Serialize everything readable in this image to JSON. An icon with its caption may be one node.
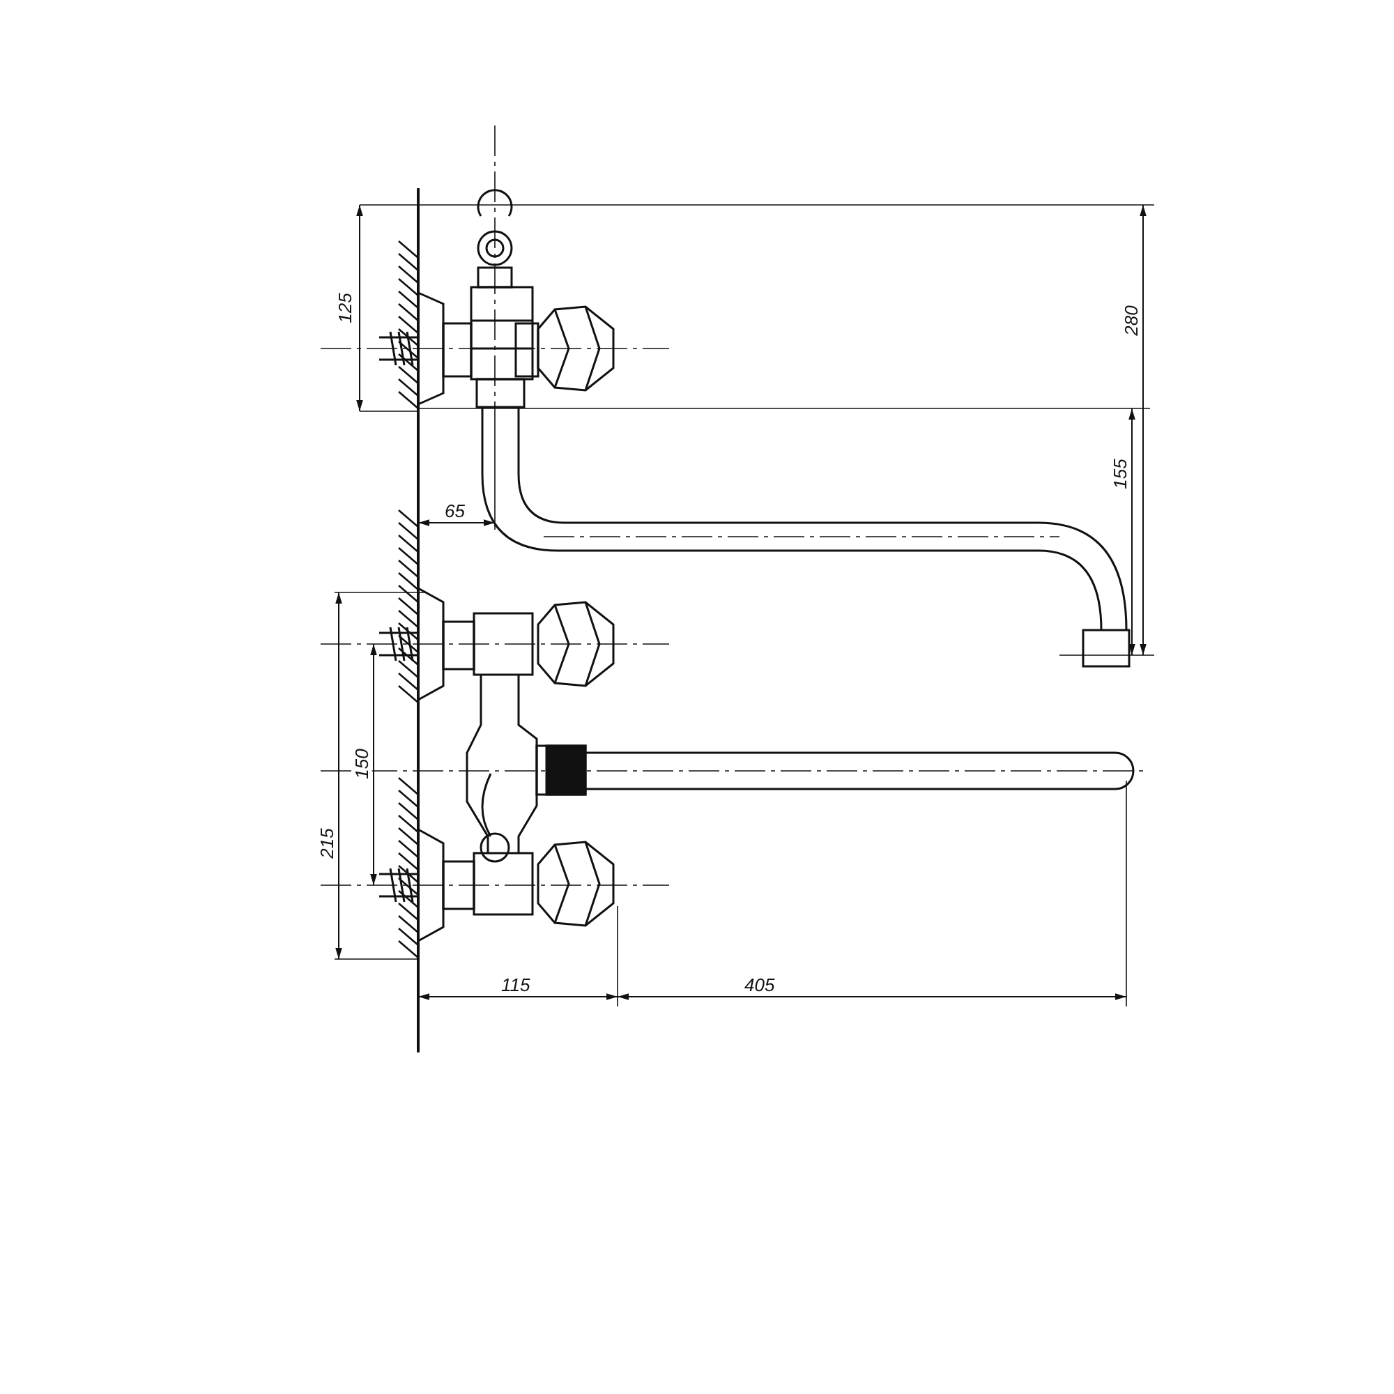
{
  "diagram": {
    "labels": [
      "125",
      "280",
      "155",
      "65",
      "150",
      "215",
      "115",
      "405"
    ]
  }
}
